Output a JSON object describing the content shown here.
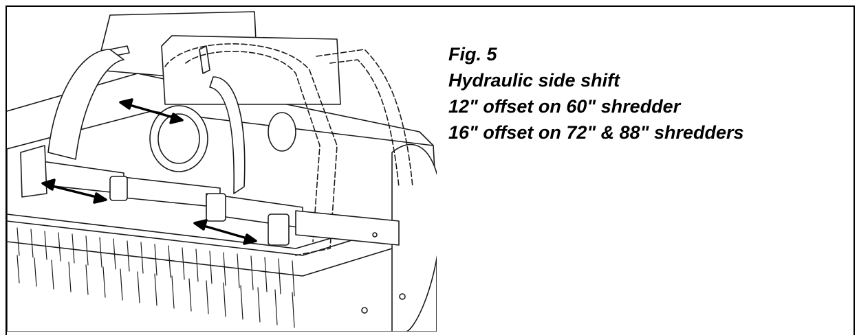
{
  "caption": {
    "fig": "Fig. 5",
    "title": "Hydraulic side shift",
    "line1": "12\" offset on 60\" shredder",
    "line2": "16\" offset on 72\" & 88\" shredders"
  }
}
